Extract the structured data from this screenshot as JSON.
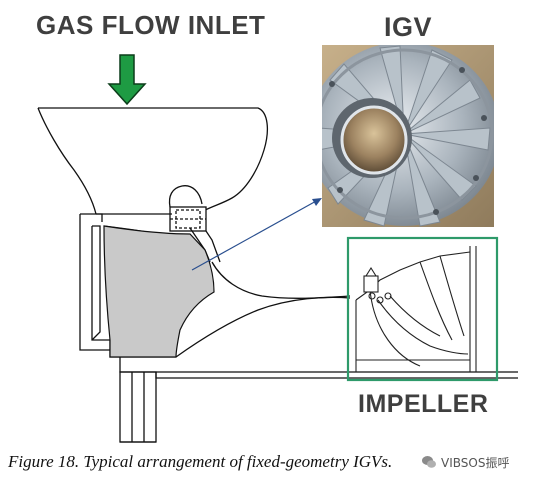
{
  "labels": {
    "inlet": "GAS FLOW INLET",
    "igv": "IGV",
    "impeller": "IMPELLER"
  },
  "caption": "Figure 18. Typical arrangement of fixed-geometry IGVs.",
  "watermark": "VIBSOS振呼",
  "colors": {
    "arrow": "#1e9b43",
    "arrow_outline": "#0c3d1a",
    "highlight_box": "#2e9a6a",
    "leader_line": "#2a4f8f",
    "section_fill": "#c9c9c9",
    "label_text": "#3f3f3f"
  }
}
